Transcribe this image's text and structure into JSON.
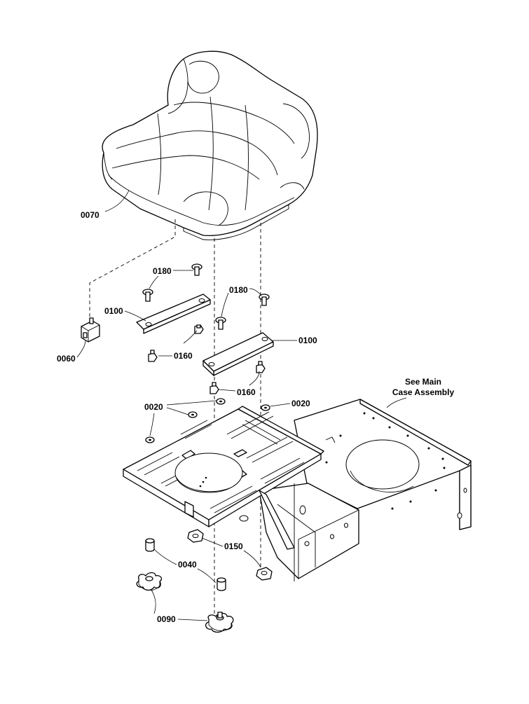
{
  "labels": {
    "p0070": "0070",
    "p0180a": "0180",
    "p0180b": "0180",
    "p0100a": "0100",
    "p0100b": "0100",
    "p0060": "0060",
    "p0160a": "0160",
    "p0160b": "0160",
    "p0020a": "0020",
    "p0020b": "0020",
    "p0150": "0150",
    "p0040": "0040",
    "p0090": "0090",
    "see_main_1": "See Main",
    "see_main_2": "Case Assembly"
  }
}
